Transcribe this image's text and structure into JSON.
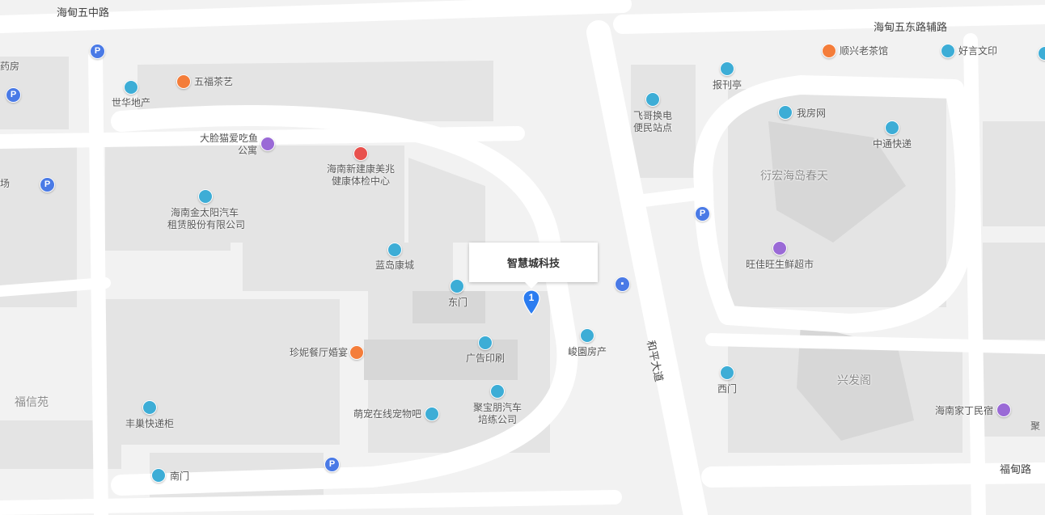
{
  "roads": {
    "haidian_5_middle": "海甸五中路",
    "haidian_5_east_aux": "海甸五东路辅路",
    "heping_avenue": "和平大道",
    "fudian_road": "福甸路"
  },
  "areas": {
    "yanhong": "衍宏海岛春天",
    "xingfa": "兴发阁",
    "fuxin": "福信苑"
  },
  "pois": {
    "pharmacy": "药房",
    "shihua": "世华地产",
    "wufu": "五福茶艺",
    "dalian_line1": "大脸猫爱吃鱼",
    "dalian_line2": "公寓",
    "health_line1": "海南新建康美兆",
    "health_line2": "健康体检中心",
    "jintaiyang_line1": "海南金太阳汽车",
    "jintaiyang_line2": "租赁股份有限公司",
    "field": "场",
    "landao": "蓝岛康城",
    "east_gate": "东门",
    "jenny": "珍妮餐厅婚宴",
    "ad_print": "广告印刷",
    "junyuan": "峻園房产",
    "jubaopeng_line1": "聚宝朋汽车",
    "jubaopeng_line2": "培练公司",
    "mengchong": "萌宠在线宠物吧",
    "fengchao": "丰巢快递柜",
    "south_gate": "南门",
    "feige_line1": "飞哥换电",
    "feige_line2": "便民站点",
    "baokan": "报刊亭",
    "shunxing": "顺兴老茶馆",
    "haoyan": "好言文印",
    "wofang": "我房网",
    "zhongtong": "中通快递",
    "wangjia": "旺佳旺生鲜超市",
    "west_gate": "西门",
    "hainanjia": "海南家丁民宿",
    "ju_partial": "聚"
  },
  "selected": {
    "name": "智慧城科技",
    "marker_number": "1"
  },
  "parking_symbol": "P",
  "colors": {
    "background": "#f2f2f2",
    "road": "#ffffff",
    "building": "#e3e3e3",
    "marker": "#2b7cf0",
    "poi_teal": "#3dadd6",
    "poi_orange": "#f47d3a",
    "poi_purple": "#9a6ad6",
    "poi_red": "#e8514d",
    "parking": "#4a7ae6"
  },
  "icons": {
    "parking": "parking-icon",
    "poi": "map-pin-icon",
    "marker": "location-marker-icon"
  }
}
